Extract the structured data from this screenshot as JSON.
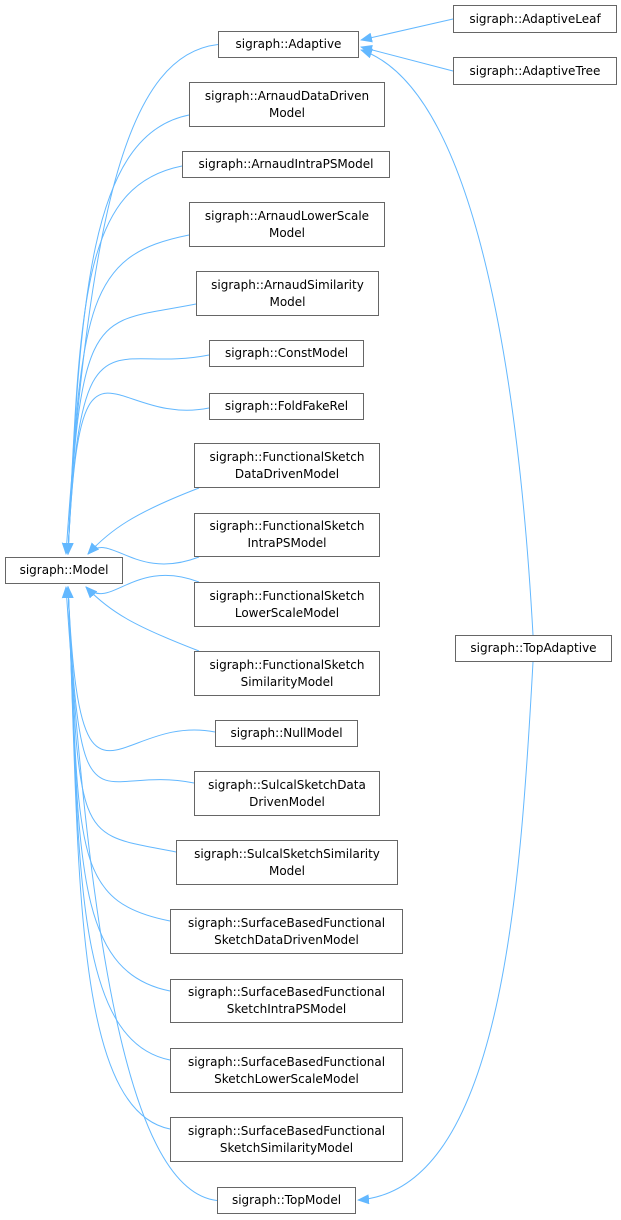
{
  "diagram": {
    "edge_color": "#63b8ff",
    "nodes": [
      {
        "id": "adaptive",
        "lines": [
          "sigraph::Adaptive"
        ]
      },
      {
        "id": "adaptiveleaf",
        "lines": [
          "sigraph::AdaptiveLeaf"
        ]
      },
      {
        "id": "adaptivetree",
        "lines": [
          "sigraph::AdaptiveTree"
        ]
      },
      {
        "id": "arnauddatadriven",
        "lines": [
          "sigraph::ArnaudDataDriven",
          "Model"
        ]
      },
      {
        "id": "arnaudintraps",
        "lines": [
          "sigraph::ArnaudIntraPSModel"
        ]
      },
      {
        "id": "arnaudlowerscale",
        "lines": [
          "sigraph::ArnaudLowerScale",
          "Model"
        ]
      },
      {
        "id": "arnaudsimilarity",
        "lines": [
          "sigraph::ArnaudSimilarity",
          "Model"
        ]
      },
      {
        "id": "constmodel",
        "lines": [
          "sigraph::ConstModel"
        ]
      },
      {
        "id": "foldfakerel",
        "lines": [
          "sigraph::FoldFakeRel"
        ]
      },
      {
        "id": "fsdatadriven",
        "lines": [
          "sigraph::FunctionalSketch",
          "DataDrivenModel"
        ]
      },
      {
        "id": "fsintraps",
        "lines": [
          "sigraph::FunctionalSketch",
          "IntraPSModel"
        ]
      },
      {
        "id": "model",
        "lines": [
          "sigraph::Model"
        ]
      },
      {
        "id": "fslowerscale",
        "lines": [
          "sigraph::FunctionalSketch",
          "LowerScaleModel"
        ]
      },
      {
        "id": "fssimilarity",
        "lines": [
          "sigraph::FunctionalSketch",
          "SimilarityModel"
        ]
      },
      {
        "id": "topadaptive",
        "lines": [
          "sigraph::TopAdaptive"
        ]
      },
      {
        "id": "nullmodel",
        "lines": [
          "sigraph::NullModel"
        ]
      },
      {
        "id": "sulcaldatadriven",
        "lines": [
          "sigraph::SulcalSketchData",
          "DrivenModel"
        ]
      },
      {
        "id": "sulcalsimilarity",
        "lines": [
          "sigraph::SulcalSketchSimilarity",
          "Model"
        ]
      },
      {
        "id": "sbfdatadriven",
        "lines": [
          "sigraph::SurfaceBasedFunctional",
          "SketchDataDrivenModel"
        ]
      },
      {
        "id": "sbfintraps",
        "lines": [
          "sigraph::SurfaceBasedFunctional",
          "SketchIntraPSModel"
        ]
      },
      {
        "id": "sbflowerscale",
        "lines": [
          "sigraph::SurfaceBasedFunctional",
          "SketchLowerScaleModel"
        ]
      },
      {
        "id": "sbfsimilarity",
        "lines": [
          "sigraph::SurfaceBasedFunctional",
          "SketchSimilarityModel"
        ]
      },
      {
        "id": "topmodel",
        "lines": [
          "sigraph::TopModel"
        ]
      }
    ],
    "edges": [
      {
        "child": "adaptive",
        "parent": "model"
      },
      {
        "child": "arnauddatadriven",
        "parent": "model"
      },
      {
        "child": "arnaudintraps",
        "parent": "model"
      },
      {
        "child": "arnaudlowerscale",
        "parent": "model"
      },
      {
        "child": "arnaudsimilarity",
        "parent": "model"
      },
      {
        "child": "constmodel",
        "parent": "model"
      },
      {
        "child": "foldfakerel",
        "parent": "model"
      },
      {
        "child": "fsdatadriven",
        "parent": "model"
      },
      {
        "child": "fsintraps",
        "parent": "model"
      },
      {
        "child": "fslowerscale",
        "parent": "model"
      },
      {
        "child": "fssimilarity",
        "parent": "model"
      },
      {
        "child": "nullmodel",
        "parent": "model"
      },
      {
        "child": "sulcaldatadriven",
        "parent": "model"
      },
      {
        "child": "sulcalsimilarity",
        "parent": "model"
      },
      {
        "child": "sbfdatadriven",
        "parent": "model"
      },
      {
        "child": "sbfintraps",
        "parent": "model"
      },
      {
        "child": "sbflowerscale",
        "parent": "model"
      },
      {
        "child": "sbfsimilarity",
        "parent": "model"
      },
      {
        "child": "topmodel",
        "parent": "model"
      },
      {
        "child": "adaptiveleaf",
        "parent": "adaptive"
      },
      {
        "child": "adaptivetree",
        "parent": "adaptive"
      },
      {
        "child": "topadaptive",
        "parent": "adaptive"
      },
      {
        "child": "topadaptive",
        "parent": "topmodel"
      }
    ]
  }
}
